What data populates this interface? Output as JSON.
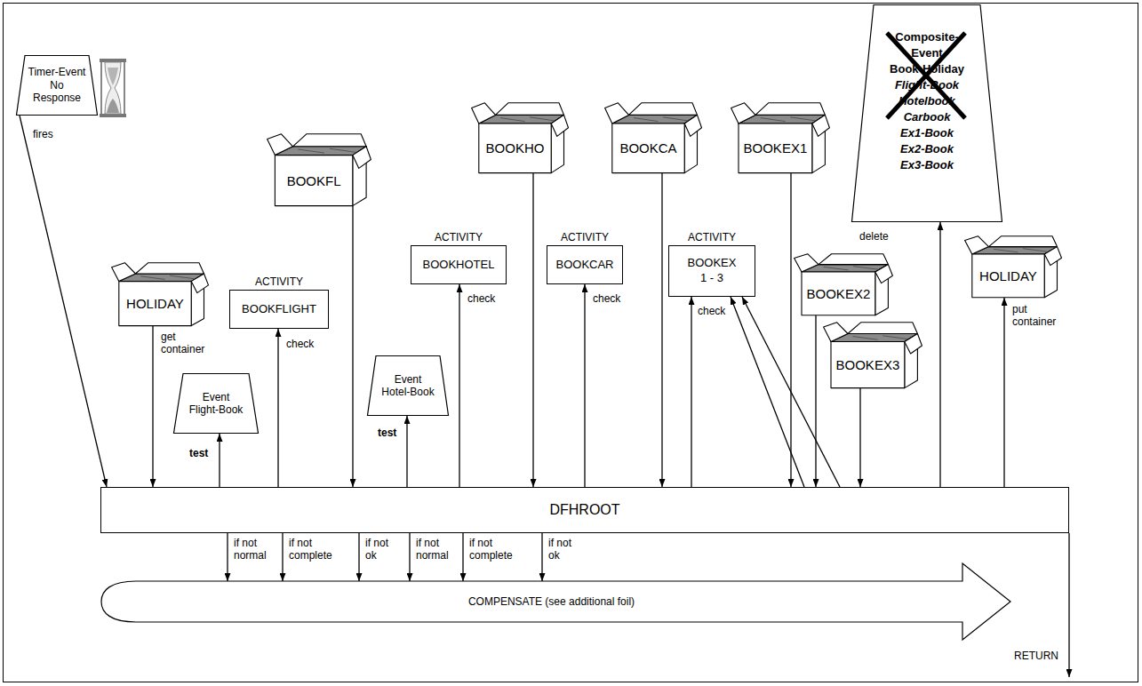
{
  "diagram": {
    "nodes": [
      {
        "text": [
          "Timer-Event No Response"
        ]
      },
      {
        "text": [
          "HOLIDAY"
        ]
      },
      {
        "text": [
          "ACTIVITY",
          "BOOKFLIGHT"
        ]
      },
      {
        "text": [
          "Event Flight-Book"
        ]
      },
      {
        "text": [
          "BOOKFL"
        ]
      },
      {
        "text": [
          "Event Hotel-Book"
        ]
      },
      {
        "text": [
          "ACTIVITY",
          "BOOKHOTEL"
        ]
      },
      {
        "text": [
          "BOOKHO"
        ]
      },
      {
        "text": [
          "ACTIVITY",
          "BOOKCAR"
        ]
      },
      {
        "text": [
          "BOOKCA"
        ]
      },
      {
        "text": [
          "ACTIVITY",
          "BOOKEX 1 - 3"
        ]
      },
      {
        "text": [
          "BOOKEX1"
        ]
      },
      {
        "text": [
          "BOOKEX2"
        ]
      },
      {
        "text": [
          "BOOKEX3"
        ]
      },
      {
        "text": [
          "Composite-Event",
          "Book-Holiday",
          "Flight-Book",
          "Hotelbook",
          "Carbook",
          "Ex1-Book",
          "Ex2-Book",
          "Ex3-Book"
        ]
      },
      {
        "text": [
          "HOLIDAY"
        ]
      },
      {
        "text": [
          "DFHROOT"
        ]
      },
      {
        "text": [
          "COMPENSATE (see additional foil)"
        ]
      }
    ],
    "edges": [
      {
        "from": 0,
        "to": 16,
        "arrow": "to",
        "label": "fires"
      },
      {
        "from": 1,
        "to": 16,
        "arrow": "to",
        "label": "get container"
      },
      {
        "from": 16,
        "to": 3,
        "arrow": "to",
        "label": "test"
      },
      {
        "from": 16,
        "to": 2,
        "arrow": "to",
        "label": "check"
      },
      {
        "from": 4,
        "to": 16,
        "arrow": "to"
      },
      {
        "from": 16,
        "to": 5,
        "arrow": "to",
        "label": "test"
      },
      {
        "from": 16,
        "to": 6,
        "arrow": "to",
        "label": "check"
      },
      {
        "from": 7,
        "to": 16,
        "arrow": "to"
      },
      {
        "from": 16,
        "to": 8,
        "arrow": "to",
        "label": "check"
      },
      {
        "from": 9,
        "to": 16,
        "arrow": "to"
      },
      {
        "from": 16,
        "to": 10,
        "arrow": "to",
        "label": "check"
      },
      {
        "from": 16,
        "to": 10,
        "arrow": "to"
      },
      {
        "from": 16,
        "to": 10,
        "arrow": "to"
      },
      {
        "from": 11,
        "to": 16,
        "arrow": "to"
      },
      {
        "from": 12,
        "to": 16,
        "arrow": "to"
      },
      {
        "from": 13,
        "to": 16,
        "arrow": "to"
      },
      {
        "from": 16,
        "to": 14,
        "arrow": "to",
        "label": "delete"
      },
      {
        "from": 16,
        "to": 15,
        "arrow": "to",
        "label": "put container"
      },
      {
        "from": 16,
        "to": 17,
        "arrow": "to",
        "label": "if not normal"
      },
      {
        "from": 16,
        "to": 17,
        "arrow": "to",
        "label": "if not complete"
      },
      {
        "from": 16,
        "to": 17,
        "arrow": "to",
        "label": "if not ok"
      },
      {
        "from": 16,
        "to": 17,
        "arrow": "to",
        "label": "if not normal"
      },
      {
        "from": 16,
        "to": 17,
        "arrow": "to",
        "label": "if not complete"
      },
      {
        "from": 16,
        "to": 17,
        "arrow": "to",
        "label": "if not ok"
      }
    ],
    "labels": [
      "RETURN"
    ]
  }
}
